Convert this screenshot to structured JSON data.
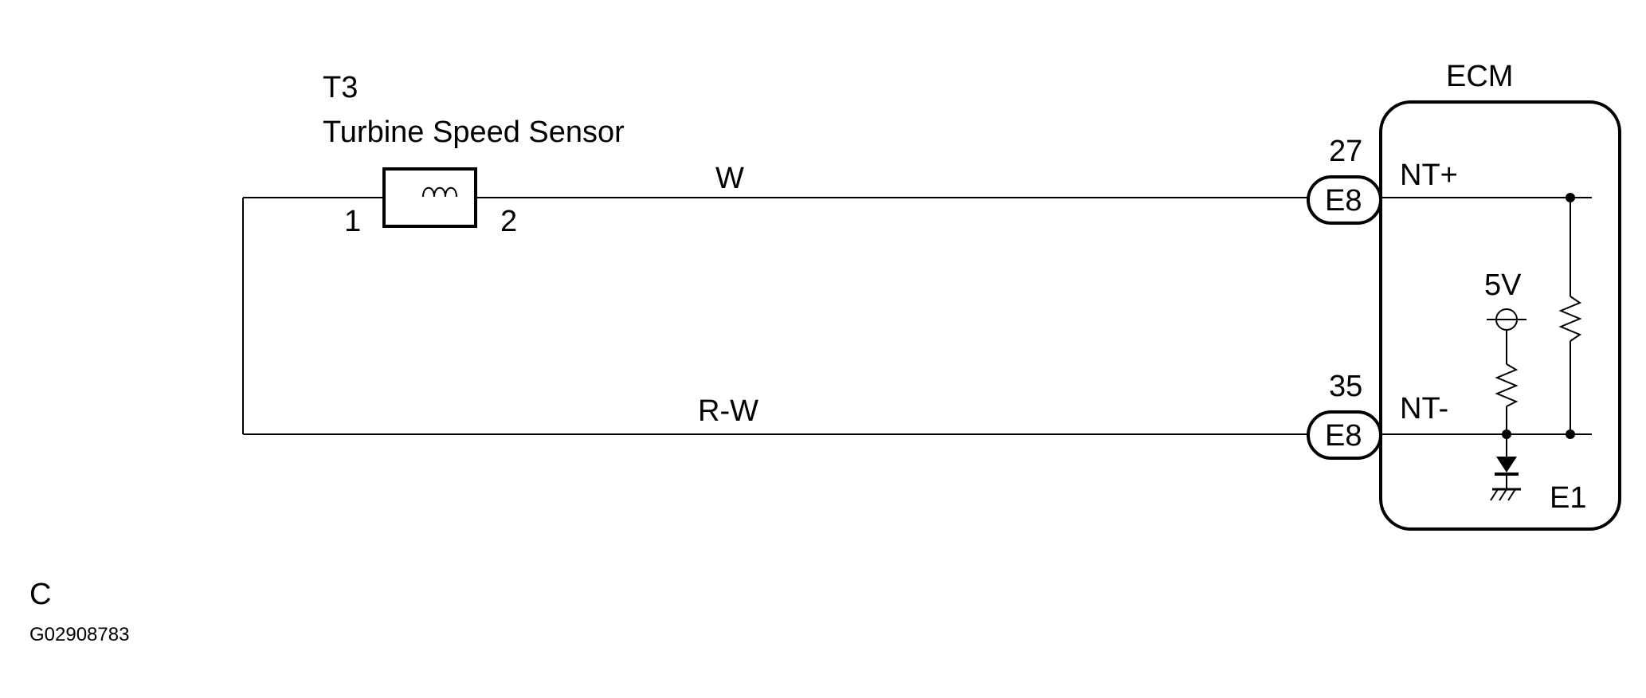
{
  "sensor": {
    "id": "T3",
    "name": "Turbine Speed Sensor",
    "pin_left": "1",
    "pin_right": "2"
  },
  "wires": {
    "top_color": "W",
    "bottom_color": "R-W"
  },
  "ecm": {
    "title": "ECM",
    "terminal_top": {
      "pin": "27",
      "connector": "E8",
      "signal": "NT+"
    },
    "terminal_bottom": {
      "pin": "35",
      "connector": "E8",
      "signal": "NT-"
    },
    "supply": "5V",
    "ground": "E1"
  },
  "figure": {
    "section": "C",
    "code": "G02908783"
  }
}
